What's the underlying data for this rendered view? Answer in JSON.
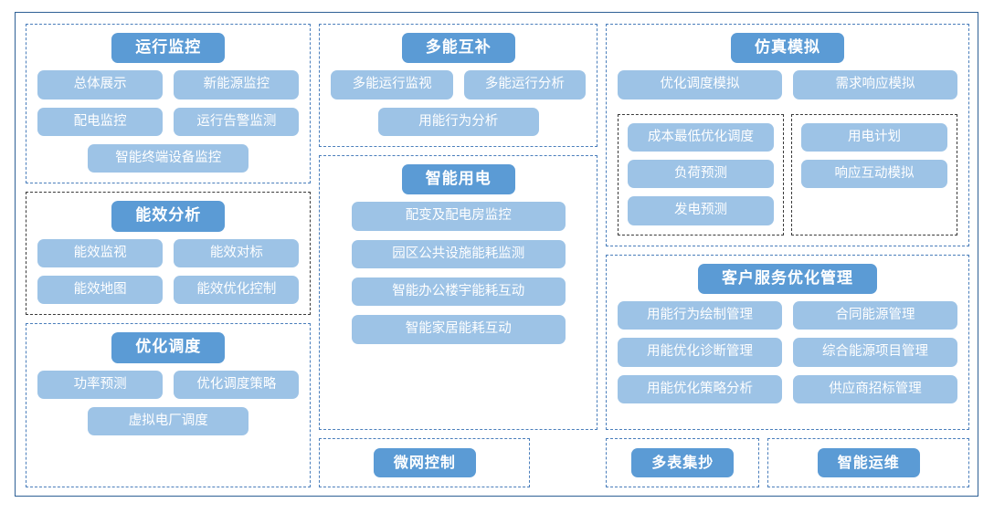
{
  "diagram": {
    "title_colors": {
      "header_pill": "#5B9BD5",
      "item_pill": "#9DC3E6",
      "frame_border": "#2E6095",
      "group_border_blue": "#4A7EBB",
      "group_border_dark": "#3A3A3A",
      "pill_text": "#FFFFFF"
    },
    "groups": {
      "operation_monitoring": {
        "title": "运行监控",
        "items": [
          "总体展示",
          "新能源监控",
          "配电监控",
          "运行告警监测",
          "智能终端设备监控"
        ]
      },
      "energy_efficiency": {
        "title": "能效分析",
        "items": [
          "能效监视",
          "能效对标",
          "能效地图",
          "能效优化控制"
        ]
      },
      "optimal_dispatch": {
        "title": "优化调度",
        "items": [
          "功率预测",
          "优化调度策略",
          "虚拟电厂调度"
        ]
      },
      "multi_energy": {
        "title": "多能互补",
        "items": [
          "多能运行监视",
          "多能运行分析",
          "用能行为分析"
        ]
      },
      "smart_electricity": {
        "title": "智能用电",
        "items": [
          "配变及配电房监控",
          "园区公共设施能耗监测",
          "智能办公楼宇能耗互动",
          "智能家居能耗互动"
        ]
      },
      "simulation": {
        "title": "仿真模拟",
        "top_items": [
          "优化调度模拟",
          "需求响应模拟"
        ],
        "sub_left": [
          "成本最低优化调度",
          "负荷预测",
          "发电预测"
        ],
        "sub_right": [
          "用电计划",
          "响应互动模拟"
        ]
      },
      "customer_service": {
        "title": "客户服务优化管理",
        "left_items": [
          "用能行为绘制管理",
          "用能优化诊断管理",
          "用能优化策略分析"
        ],
        "right_items": [
          "合同能源管理",
          "综合能源项目管理",
          "供应商招标管理"
        ]
      },
      "microgrid_control": {
        "title": "微网控制"
      },
      "multi_meter_reading": {
        "title": "多表集抄"
      },
      "smart_om": {
        "title": "智能运维"
      }
    }
  }
}
